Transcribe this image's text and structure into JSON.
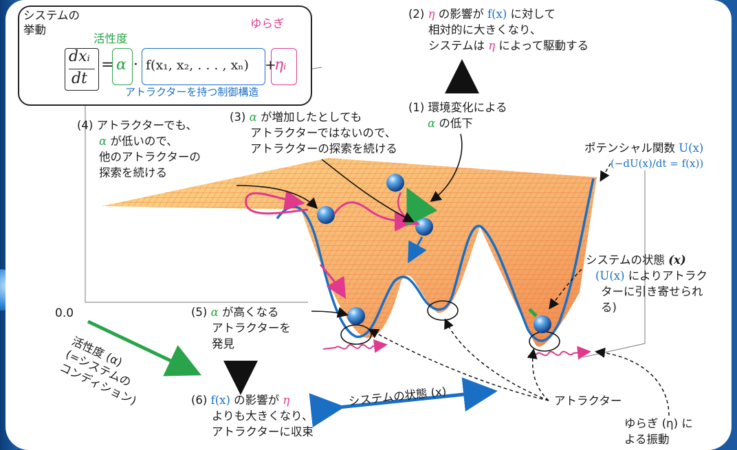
{
  "eq_box": {
    "label_system_line1": "システムの",
    "label_system_line2": "挙動",
    "label_activity": "活性度",
    "label_fluctuation": "ゆらぎ",
    "label_attractor_structure": "アトラクターを持つ制御構造",
    "lhs_num": "dxᵢ",
    "lhs_den": "dt",
    "equals": "=",
    "alpha": "α",
    "dot": "·",
    "f_expr": "f(x₁, x₂, . . . , xₙ)",
    "plus": "+",
    "eta": "ηᵢ"
  },
  "annotations": {
    "a2_line1_pre": "(2) ",
    "a2_eta": "η",
    "a2_line1_mid": " の影響が ",
    "a2_fx": "f(x)",
    "a2_line1_post": " に対して",
    "a2_line2": "相対的に大きくなり、",
    "a2_line3_pre": "システムは ",
    "a2_line3_eta": "η",
    "a2_line3_post": " によって駆動する",
    "a1_line1": "(1) 環境変化による",
    "a1_alpha": "α",
    "a1_line2_post": " の低下",
    "a4_line1": "(4) アトラクターでも、",
    "a4_alpha": "α",
    "a4_line2_post": " が低いので、",
    "a4_line3": "他のアトラクターの",
    "a4_line4": "探索を続ける",
    "a3_line1_pre": "(3) ",
    "a3_alpha": "α",
    "a3_line1_post": " が増加したとしても",
    "a3_line2": "アトラクターではないので、",
    "a3_line3": "アトラクターの探索を続ける",
    "potential_label": "ポテンシャル関数",
    "potential_U": "U(x)",
    "potential_eq": "(−dU(x)/dt = f(x))",
    "state_line1_pre": "システムの状態 ",
    "state_line1_x": "(x)",
    "state_line2_U": "(U(x)",
    "state_line2_post": " によりアトラク",
    "state_line3": "ターに引き寄せられ",
    "state_line4": "る)",
    "a5_line1_pre": "(5) ",
    "a5_alpha": "α",
    "a5_line1_post": " が高くなる",
    "a5_line2": "アトラクターを",
    "a5_line3": "発見",
    "a6_line1_pre": "(6) ",
    "a6_fx": "f(x)",
    "a6_line1_mid": " の影響が ",
    "a6_eta": "η",
    "a6_line2": "よりも大きくなり、",
    "a6_line3": "アトラクターに収束",
    "axis_zero": "0.0",
    "axis_activity_line1": "活性度 (α)",
    "axis_activity_line2": "(=システムの",
    "axis_activity_line3": "コンディション)",
    "axis_state": "システムの状態 (x)",
    "attractor_label": "アトラクター",
    "fluct_line1": "ゆらぎ (η) に",
    "fluct_line2": "よる振動"
  },
  "colors": {
    "blue": "#1a6fc4",
    "green": "#2aa44a",
    "pink": "#e0398e",
    "mesh_orange": "#f08a2a",
    "frame_blue": "#1b5aa0"
  }
}
